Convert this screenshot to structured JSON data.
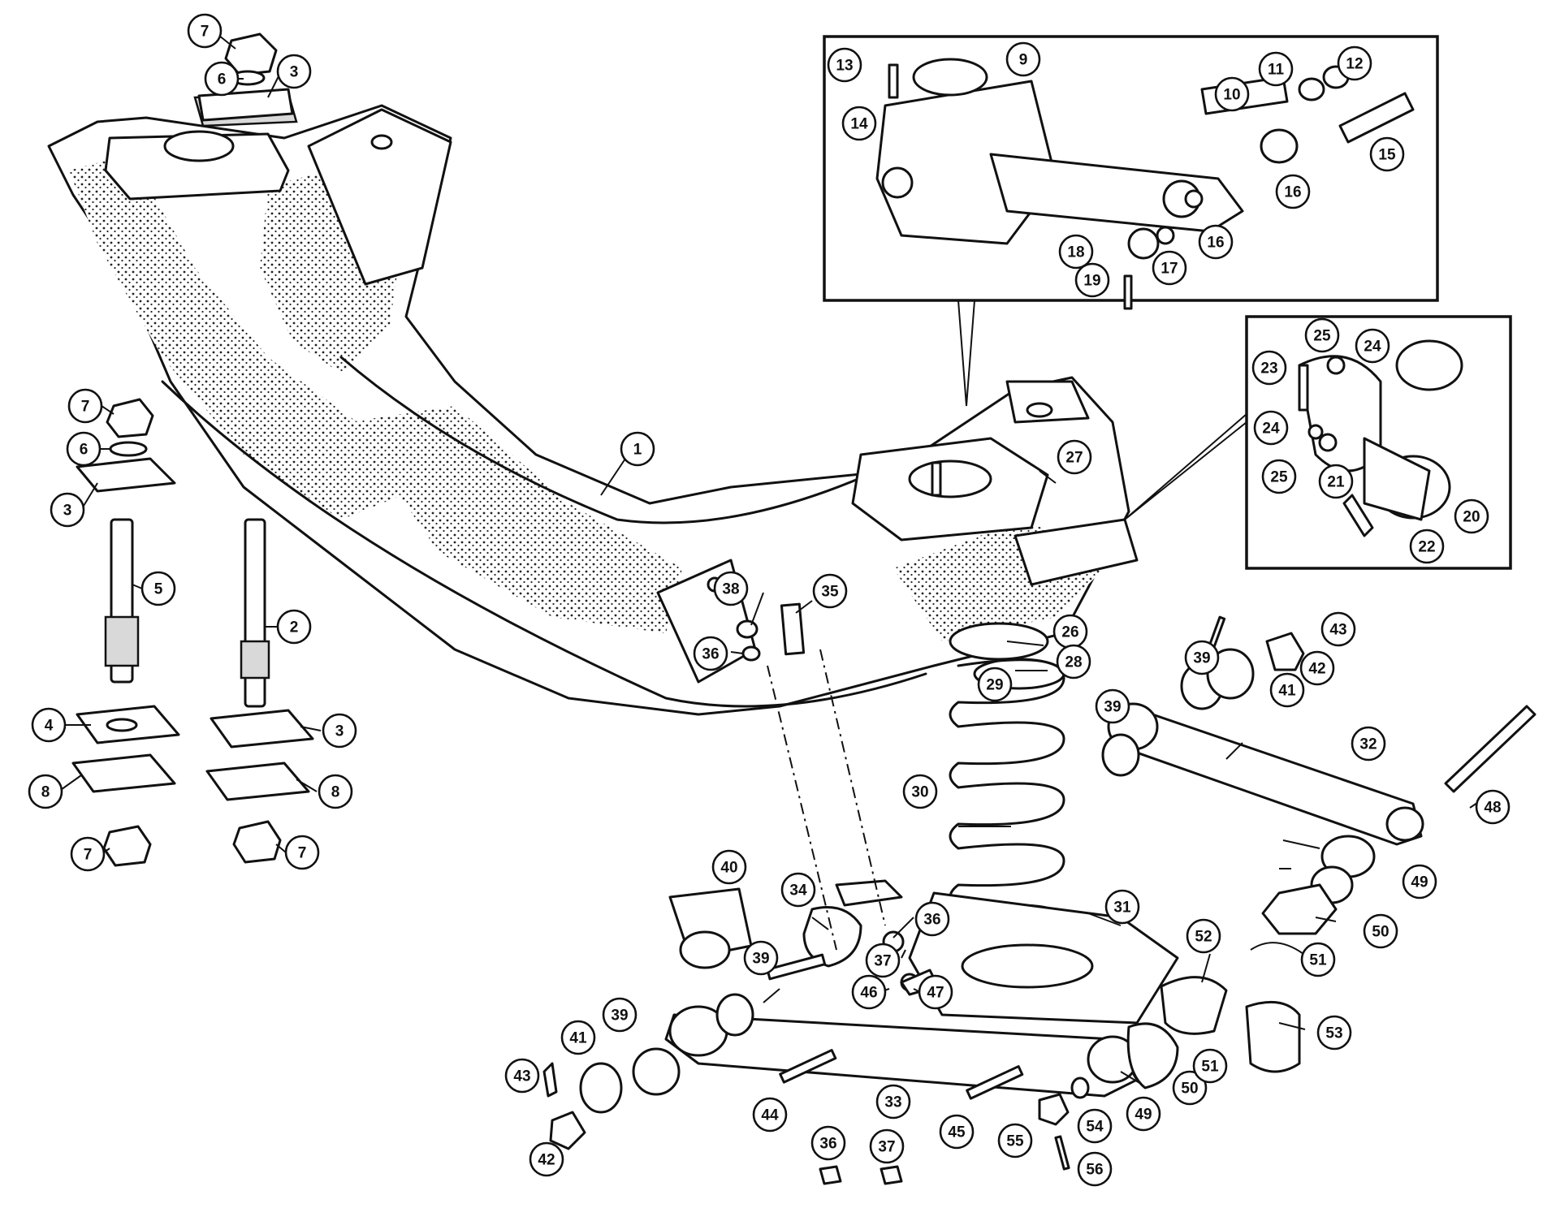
{
  "callouts": [
    {
      "id": "c7a",
      "label": "7"
    },
    {
      "id": "c6a",
      "label": "6"
    },
    {
      "id": "c3a",
      "label": "3"
    },
    {
      "id": "c7b",
      "label": "7"
    },
    {
      "id": "c6b",
      "label": "6"
    },
    {
      "id": "c3b",
      "label": "3"
    },
    {
      "id": "c5",
      "label": "5"
    },
    {
      "id": "c2",
      "label": "2"
    },
    {
      "id": "c4",
      "label": "4"
    },
    {
      "id": "c3c",
      "label": "3"
    },
    {
      "id": "c8a",
      "label": "8"
    },
    {
      "id": "c8b",
      "label": "8"
    },
    {
      "id": "c7c",
      "label": "7"
    },
    {
      "id": "c7d",
      "label": "7"
    },
    {
      "id": "c1",
      "label": "1"
    },
    {
      "id": "c13",
      "label": "13"
    },
    {
      "id": "c9",
      "label": "9"
    },
    {
      "id": "c14",
      "label": "14"
    },
    {
      "id": "c10",
      "label": "10"
    },
    {
      "id": "c11",
      "label": "11"
    },
    {
      "id": "c12",
      "label": "12"
    },
    {
      "id": "c15",
      "label": "15"
    },
    {
      "id": "c16a",
      "label": "16"
    },
    {
      "id": "c16b",
      "label": "16"
    },
    {
      "id": "c18",
      "label": "18"
    },
    {
      "id": "c17",
      "label": "17"
    },
    {
      "id": "c19",
      "label": "19"
    },
    {
      "id": "c25a",
      "label": "25"
    },
    {
      "id": "c24a",
      "label": "24"
    },
    {
      "id": "c23",
      "label": "23"
    },
    {
      "id": "c24b",
      "label": "24"
    },
    {
      "id": "c25b",
      "label": "25"
    },
    {
      "id": "c21",
      "label": "21"
    },
    {
      "id": "c20",
      "label": "20"
    },
    {
      "id": "c22",
      "label": "22"
    },
    {
      "id": "c27",
      "label": "27"
    },
    {
      "id": "c26",
      "label": "26"
    },
    {
      "id": "c28",
      "label": "28"
    },
    {
      "id": "c29",
      "label": "29"
    },
    {
      "id": "c38",
      "label": "38"
    },
    {
      "id": "c35",
      "label": "35"
    },
    {
      "id": "c36a",
      "label": "36"
    },
    {
      "id": "c43a",
      "label": "43"
    },
    {
      "id": "c42a",
      "label": "42"
    },
    {
      "id": "c39a",
      "label": "39"
    },
    {
      "id": "c41a",
      "label": "41"
    },
    {
      "id": "c39b",
      "label": "39"
    },
    {
      "id": "c32",
      "label": "32"
    },
    {
      "id": "c30",
      "label": "30"
    },
    {
      "id": "c48",
      "label": "48"
    },
    {
      "id": "c49a",
      "label": "49"
    },
    {
      "id": "c50a",
      "label": "50"
    },
    {
      "id": "c51a",
      "label": "51"
    },
    {
      "id": "c40",
      "label": "40"
    },
    {
      "id": "c34",
      "label": "34"
    },
    {
      "id": "c36b",
      "label": "36"
    },
    {
      "id": "c31",
      "label": "31"
    },
    {
      "id": "c37a",
      "label": "37"
    },
    {
      "id": "c39c",
      "label": "39"
    },
    {
      "id": "c46",
      "label": "46"
    },
    {
      "id": "c47",
      "label": "47"
    },
    {
      "id": "c52",
      "label": "52"
    },
    {
      "id": "c53",
      "label": "53"
    },
    {
      "id": "c39d",
      "label": "39"
    },
    {
      "id": "c41b",
      "label": "41"
    },
    {
      "id": "c43b",
      "label": "43"
    },
    {
      "id": "c42b",
      "label": "42"
    },
    {
      "id": "c44",
      "label": "44"
    },
    {
      "id": "c33",
      "label": "33"
    },
    {
      "id": "c45",
      "label": "45"
    },
    {
      "id": "c55",
      "label": "55"
    },
    {
      "id": "c54",
      "label": "54"
    },
    {
      "id": "c49b",
      "label": "49"
    },
    {
      "id": "c50b",
      "label": "50"
    },
    {
      "id": "c51b",
      "label": "51"
    },
    {
      "id": "c36c",
      "label": "36"
    },
    {
      "id": "c37b",
      "label": "37"
    },
    {
      "id": "c56",
      "label": "56"
    }
  ]
}
